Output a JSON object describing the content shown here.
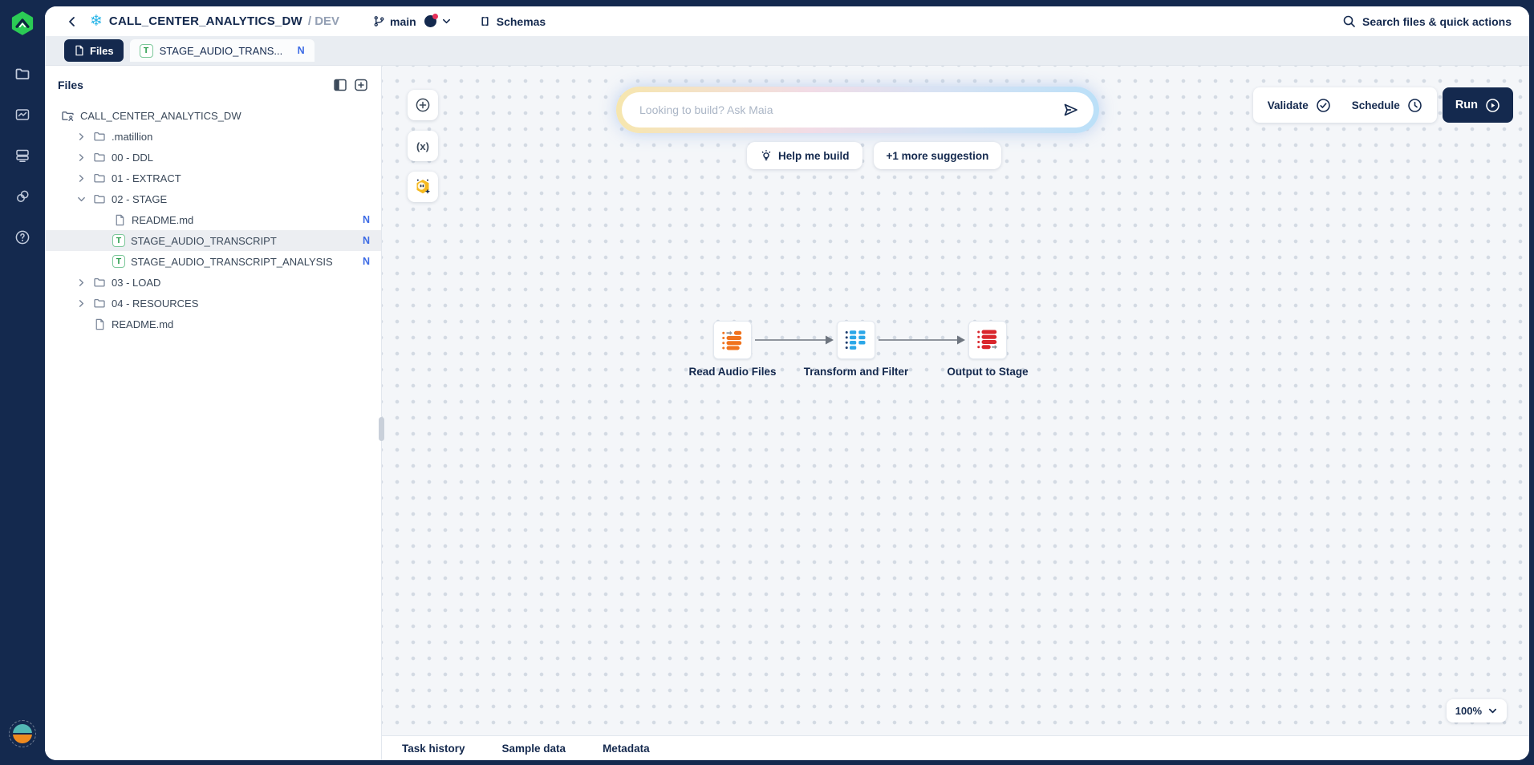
{
  "header": {
    "project_name": "CALL_CENTER_ANALYTICS_DW",
    "environment": "/ DEV",
    "branch_name": "main",
    "schemas_label": "Schemas",
    "search_label": "Search files & quick actions"
  },
  "tabs": {
    "files": {
      "label": "Files"
    },
    "pipeline": {
      "label": "STAGE_AUDIO_TRANS...",
      "badge": "N"
    }
  },
  "files_panel": {
    "title": "Files",
    "items": [
      {
        "label": "CALL_CENTER_ANALYTICS_DW"
      },
      {
        "label": ".matillion"
      },
      {
        "label": "00 - DDL"
      },
      {
        "label": "01 - EXTRACT"
      },
      {
        "label": "02 - STAGE"
      },
      {
        "label": "README.md",
        "badge": "N"
      },
      {
        "label": "STAGE_AUDIO_TRANSCRIPT",
        "badge": "N"
      },
      {
        "label": "STAGE_AUDIO_TRANSCRIPT_ANALYSIS",
        "badge": "N"
      },
      {
        "label": "03 - LOAD"
      },
      {
        "label": "04 - RESOURCES"
      },
      {
        "label": "README.md"
      }
    ]
  },
  "canvas": {
    "maia_placeholder": "Looking to build? Ask Maia",
    "suggestions": [
      "Help me build",
      "+1 more suggestion"
    ],
    "actions": {
      "validate": "Validate",
      "schedule": "Schedule",
      "run": "Run"
    },
    "zoom_level": "100%",
    "variables_tool": "(x)"
  },
  "pipeline": {
    "nodes": [
      {
        "label": "Read Audio Files",
        "color": "#F0731E"
      },
      {
        "label": "Transform and Filter",
        "color": "#2BA7E8"
      },
      {
        "label": "Output to Stage",
        "color": "#D9262C"
      }
    ]
  },
  "bottom_tabs": [
    "Task history",
    "Sample data",
    "Metadata"
  ],
  "icons": {
    "pipeline_letter": "T",
    "snowflake": "❄",
    "help_glyph": "?"
  },
  "colors": {
    "navy": "#14294E",
    "accent_blue": "#3D6BE5",
    "green": "#2BCB55",
    "orange": "#F0731E",
    "sky": "#2BA7E8",
    "red": "#D9262C",
    "canvas_dot": "#D3DAE3"
  }
}
